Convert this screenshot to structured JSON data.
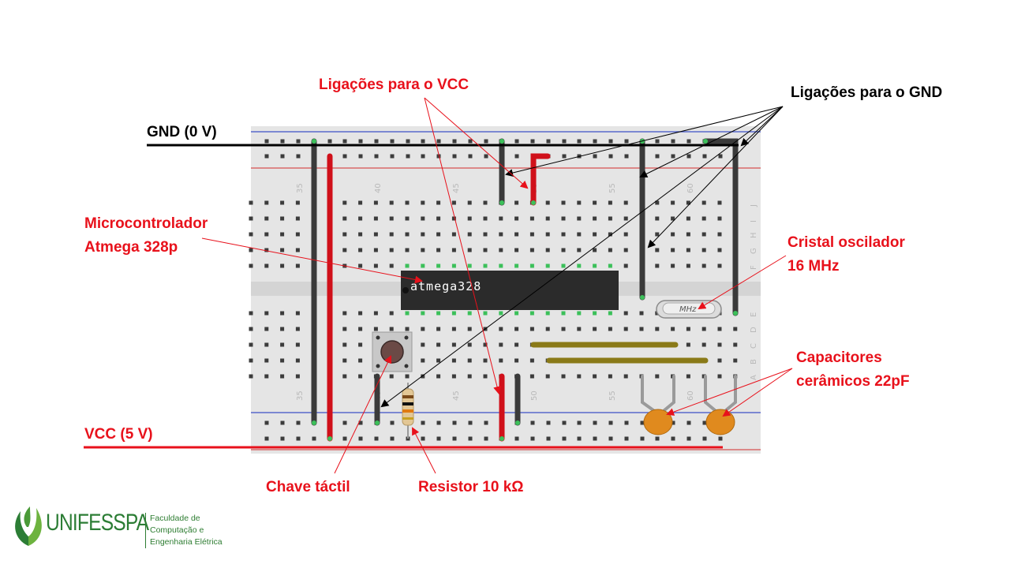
{
  "labels": {
    "vcc_links": "Ligações para o VCC",
    "gnd_links": "Ligações para o GND",
    "gnd_rail": "GND (0 V)",
    "vcc_rail": "VCC (5 V)",
    "mcu_line1": "Microcontrolador",
    "mcu_line2": "Atmega 328p",
    "crystal_line1": "Cristal oscilador",
    "crystal_line2": "16 MHz",
    "caps_line1": "Capacitores",
    "caps_line2": "cerâmicos 22pF",
    "switch": "Chave táctil",
    "resistor": "Resistor 10 kΩ"
  },
  "breadboard": {
    "column_numbers": [
      "35",
      "40",
      "45",
      "50",
      "55",
      "60"
    ],
    "row_letters_top": [
      "J",
      "I",
      "H",
      "G",
      "F"
    ],
    "row_letters_bottom": [
      "E",
      "D",
      "C",
      "B",
      "A"
    ],
    "chip_label": "atmega328",
    "crystal_label": "MHz"
  },
  "logo": {
    "name": "UNIFESSPA",
    "sub_line1": "Faculdade de Computação e",
    "sub_line2": "Engenharia Elétrica"
  },
  "colors": {
    "annotation_red": "#e8111b",
    "annotation_black": "#000000",
    "board": "#e5e5e5",
    "wire_black": "#3a3a3a",
    "wire_red": "#d0101a",
    "wire_yellow": "#8a7a18",
    "capacitor": "#e08a1e",
    "logo_green": "#2c7d35"
  }
}
